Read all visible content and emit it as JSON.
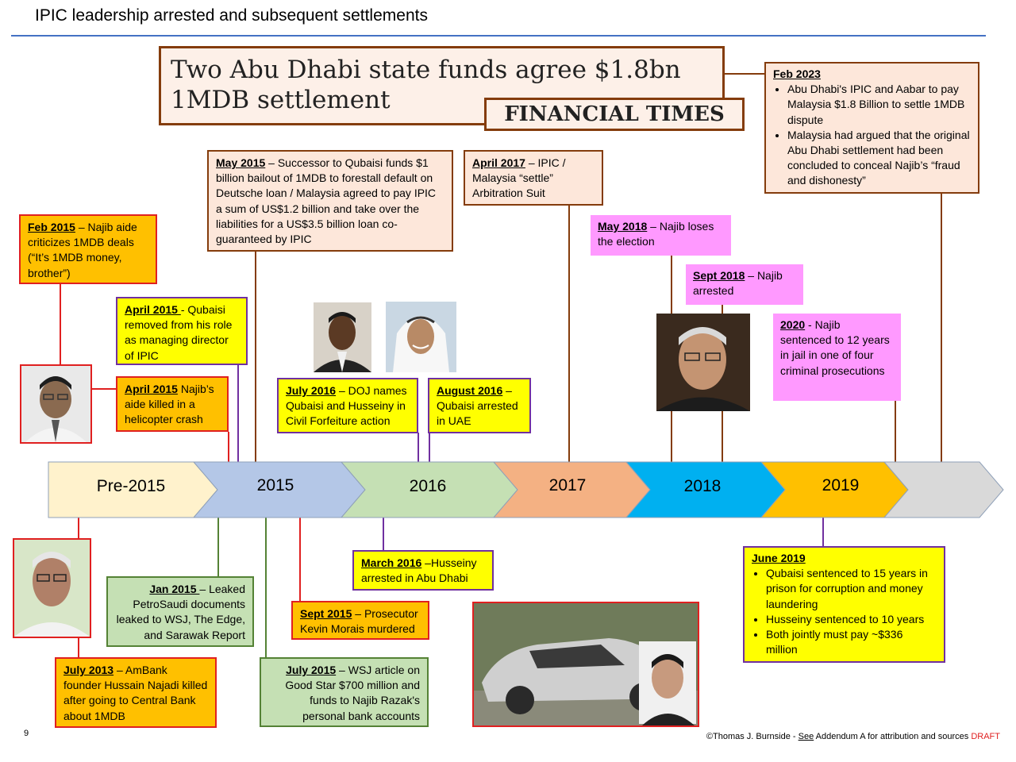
{
  "page": {
    "title": "IPIC leadership arrested and subsequent settlements",
    "page_number": "9",
    "footer": {
      "prefix": "©Thomas J. Burnside - ",
      "see": "See",
      "suffix": "  Addendum  A for attribution and sources ",
      "draft": "DRAFT"
    }
  },
  "headline": {
    "text": "Two Abu Dhabi state funds agree $1.8bn 1MDB settlement",
    "source": "FINANCIAL TIMES"
  },
  "timeline": [
    {
      "label": "Pre-2015",
      "color": "#fff2cc"
    },
    {
      "label": "2015",
      "color": "#b4c7e7"
    },
    {
      "label": "2016",
      "color": "#c5e0b4"
    },
    {
      "label": "2017",
      "color": "#f4b183"
    },
    {
      "label": "2018",
      "color": "#00b0f0"
    },
    {
      "label": "2019",
      "color": "#ffc000"
    },
    {
      "label": "",
      "color": "#d9d9d9"
    }
  ],
  "events": {
    "feb2015": {
      "date": "Feb 2015",
      "text": " – Najib aide criticizes 1MDB deals (“It’s 1MDB money, brother”)"
    },
    "apr2015a": {
      "date": "April 2015 ",
      "text": "- Qubaisi removed  from his role as managing director of IPIC"
    },
    "apr2015b": {
      "date": "April 2015",
      "text": " Najib’s aide killed in a helicopter crash"
    },
    "may2015": {
      "date": "May 2015",
      "text": " – Successor to Qubaisi funds $1 billion bailout of 1MDB to forestall default on Deutsche loan / Malaysia agreed to pay IPIC a sum of US$1.2 billion and take over the liabilities for a US$3.5 billion loan co-guaranteed by IPIC"
    },
    "jul2016": {
      "date": "July 2016",
      "text": " – DOJ names Qubaisi and Husseiny in Civil Forfeiture action"
    },
    "aug2016": {
      "date": "August 2016",
      "text": " – Qubaisi arrested in UAE"
    },
    "apr2017": {
      "date": "April 2017",
      "text": " – IPIC / Malaysia “settle” Arbitration Suit"
    },
    "may2018": {
      "date": "May 2018",
      "text": " – Najib loses the election"
    },
    "sep2018": {
      "date": "Sept 2018",
      "text": " – Najib arrested"
    },
    "y2020": {
      "date": "2020",
      "text": " - Najib sentenced to 12 years in jail in one of four criminal prosecutions"
    },
    "feb2023": {
      "date": "Feb 2023",
      "bullets": [
        "Abu Dhabi's IPIC and Aabar to pay Malaysia $1.8 Billion to settle 1MDB dispute",
        "Malaysia had argued that the original Abu Dhabi settlement had been concluded to conceal Najib’s “fraud and dishonesty”"
      ]
    },
    "jul2013": {
      "date": "July 2013",
      "text": " – AmBank founder Hussain Najadi killed after going to Central Bank about 1MDB"
    },
    "jan2015": {
      "date": "Jan 2015 ",
      "text": " – Leaked PetroSaudi documents leaked to WSJ, The Edge, and Sarawak Report"
    },
    "jul2015": {
      "date": "July 2015",
      "text": " – WSJ article on Good Star $700 million and funds to Najib Razak's personal bank accounts"
    },
    "mar2016": {
      "date": "March 2016",
      "text": " –Husseiny arrested in Abu Dhabi"
    },
    "sep2015": {
      "date": "Sept 2015",
      "text": " – Prosecutor Kevin Morais murdered"
    },
    "jun2019": {
      "date": "June 2019",
      "bullets": [
        "Qubaisi sentenced to 15 years in prison for corruption  and money laundering",
        "Husseiny sentenced to 10 years",
        "Both jointly must pay ~$336 million"
      ]
    }
  }
}
